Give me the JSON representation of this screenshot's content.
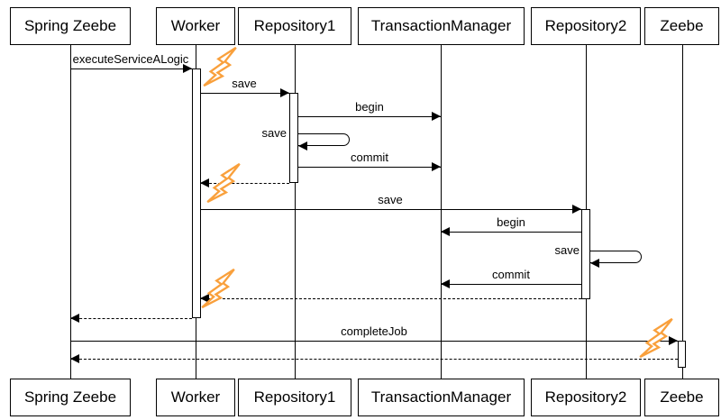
{
  "diagram": {
    "type": "uml-sequence-diagram",
    "participants": [
      {
        "id": "spring-zeebe",
        "name": "Spring Zeebe"
      },
      {
        "id": "worker",
        "name": "Worker"
      },
      {
        "id": "repository1",
        "name": "Repository1"
      },
      {
        "id": "transaction-manager",
        "name": "TransactionManager"
      },
      {
        "id": "repository2",
        "name": "Repository2"
      },
      {
        "id": "zeebe",
        "name": "Zeebe"
      }
    ],
    "messages": [
      {
        "label": "executeServiceALogic",
        "from": "Spring Zeebe",
        "to": "Worker",
        "kind": "sync"
      },
      {
        "label": "save",
        "from": "Worker",
        "to": "Repository1",
        "kind": "sync"
      },
      {
        "label": "begin",
        "from": "Repository1",
        "to": "TransactionManager",
        "kind": "sync"
      },
      {
        "label": "save",
        "from": "Repository1",
        "to": "Repository1",
        "kind": "self"
      },
      {
        "label": "commit",
        "from": "Repository1",
        "to": "TransactionManager",
        "kind": "sync"
      },
      {
        "label": "",
        "from": "Repository1",
        "to": "Worker",
        "kind": "return"
      },
      {
        "label": "save",
        "from": "Worker",
        "to": "Repository2",
        "kind": "sync"
      },
      {
        "label": "begin",
        "from": "Repository2",
        "to": "TransactionManager",
        "kind": "sync"
      },
      {
        "label": "save",
        "from": "Repository2",
        "to": "Repository2",
        "kind": "self"
      },
      {
        "label": "commit",
        "from": "Repository2",
        "to": "TransactionManager",
        "kind": "sync"
      },
      {
        "label": "",
        "from": "Repository2",
        "to": "Worker",
        "kind": "return"
      },
      {
        "label": "",
        "from": "Worker",
        "to": "Spring Zeebe",
        "kind": "return"
      },
      {
        "label": "completeJob",
        "from": "Spring Zeebe",
        "to": "Zeebe",
        "kind": "sync"
      },
      {
        "label": "",
        "from": "Zeebe",
        "to": "Spring Zeebe",
        "kind": "return"
      }
    ],
    "failure_markers": [
      {
        "icon": "lightning-bolt",
        "at": "Worker",
        "position": "after executeServiceALogic call"
      },
      {
        "icon": "lightning-bolt",
        "at": "Worker",
        "position": "after return from Repository1"
      },
      {
        "icon": "lightning-bolt",
        "at": "Worker",
        "position": "after return from Repository2"
      },
      {
        "icon": "lightning-bolt",
        "at": "Zeebe",
        "position": "at completeJob call"
      }
    ],
    "colors": {
      "line": "#000000",
      "lightning_stroke": "#F9A03C",
      "box_fill": "#FFFFFF",
      "background": "#FFFFFF"
    }
  }
}
